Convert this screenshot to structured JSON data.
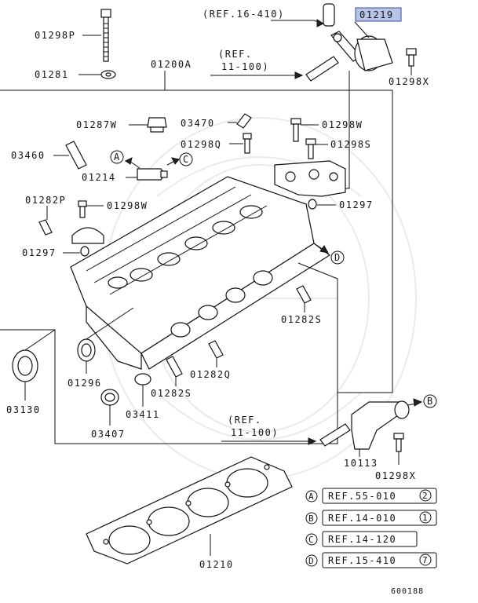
{
  "highlight_label": "01219",
  "part_labels": {
    "p01298P": "01298P",
    "p01281": "01281",
    "p01200A": "01200A",
    "p01298X_top": "01298X",
    "p01287W": "01287W",
    "p03470": "03470",
    "p01298W_a": "01298W",
    "p03460": "03460",
    "p01298Q": "01298Q",
    "p01298S": "01298S",
    "p01214": "01214",
    "p01282P": "01282P",
    "p01298W_b": "01298W",
    "p01297_a": "01297",
    "p01297_b": "01297",
    "p01282S_a": "01282S",
    "p01296": "01296",
    "p01282Q": "01282Q",
    "p01282S_b": "01282S",
    "p03130": "03130",
    "p03411": "03411",
    "p03407": "03407",
    "p10113": "10113",
    "p01298X_bot": "01298X",
    "p01210": "01210"
  },
  "refs": {
    "ref_top": "(REF.16-410)",
    "ref_mid_1": "(REF.",
    "ref_mid_2": "11-100)",
    "ref_bot_1": "(REF.",
    "ref_bot_2": "11-100)"
  },
  "callouts": {
    "A": "A",
    "B": "B",
    "C": "C",
    "D": "D"
  },
  "legend": [
    {
      "letter": "A",
      "ref": "REF.55-010",
      "num": "2"
    },
    {
      "letter": "B",
      "ref": "REF.14-010",
      "num": "1"
    },
    {
      "letter": "C",
      "ref": "REF.14-120",
      "num": ""
    },
    {
      "letter": "D",
      "ref": "REF.15-410",
      "num": "7"
    }
  ],
  "diagram_id": "600188",
  "colors": {
    "highlight_bg": "#b8c4e6",
    "highlight_border": "#3a4aa0",
    "ink": "#111111"
  }
}
